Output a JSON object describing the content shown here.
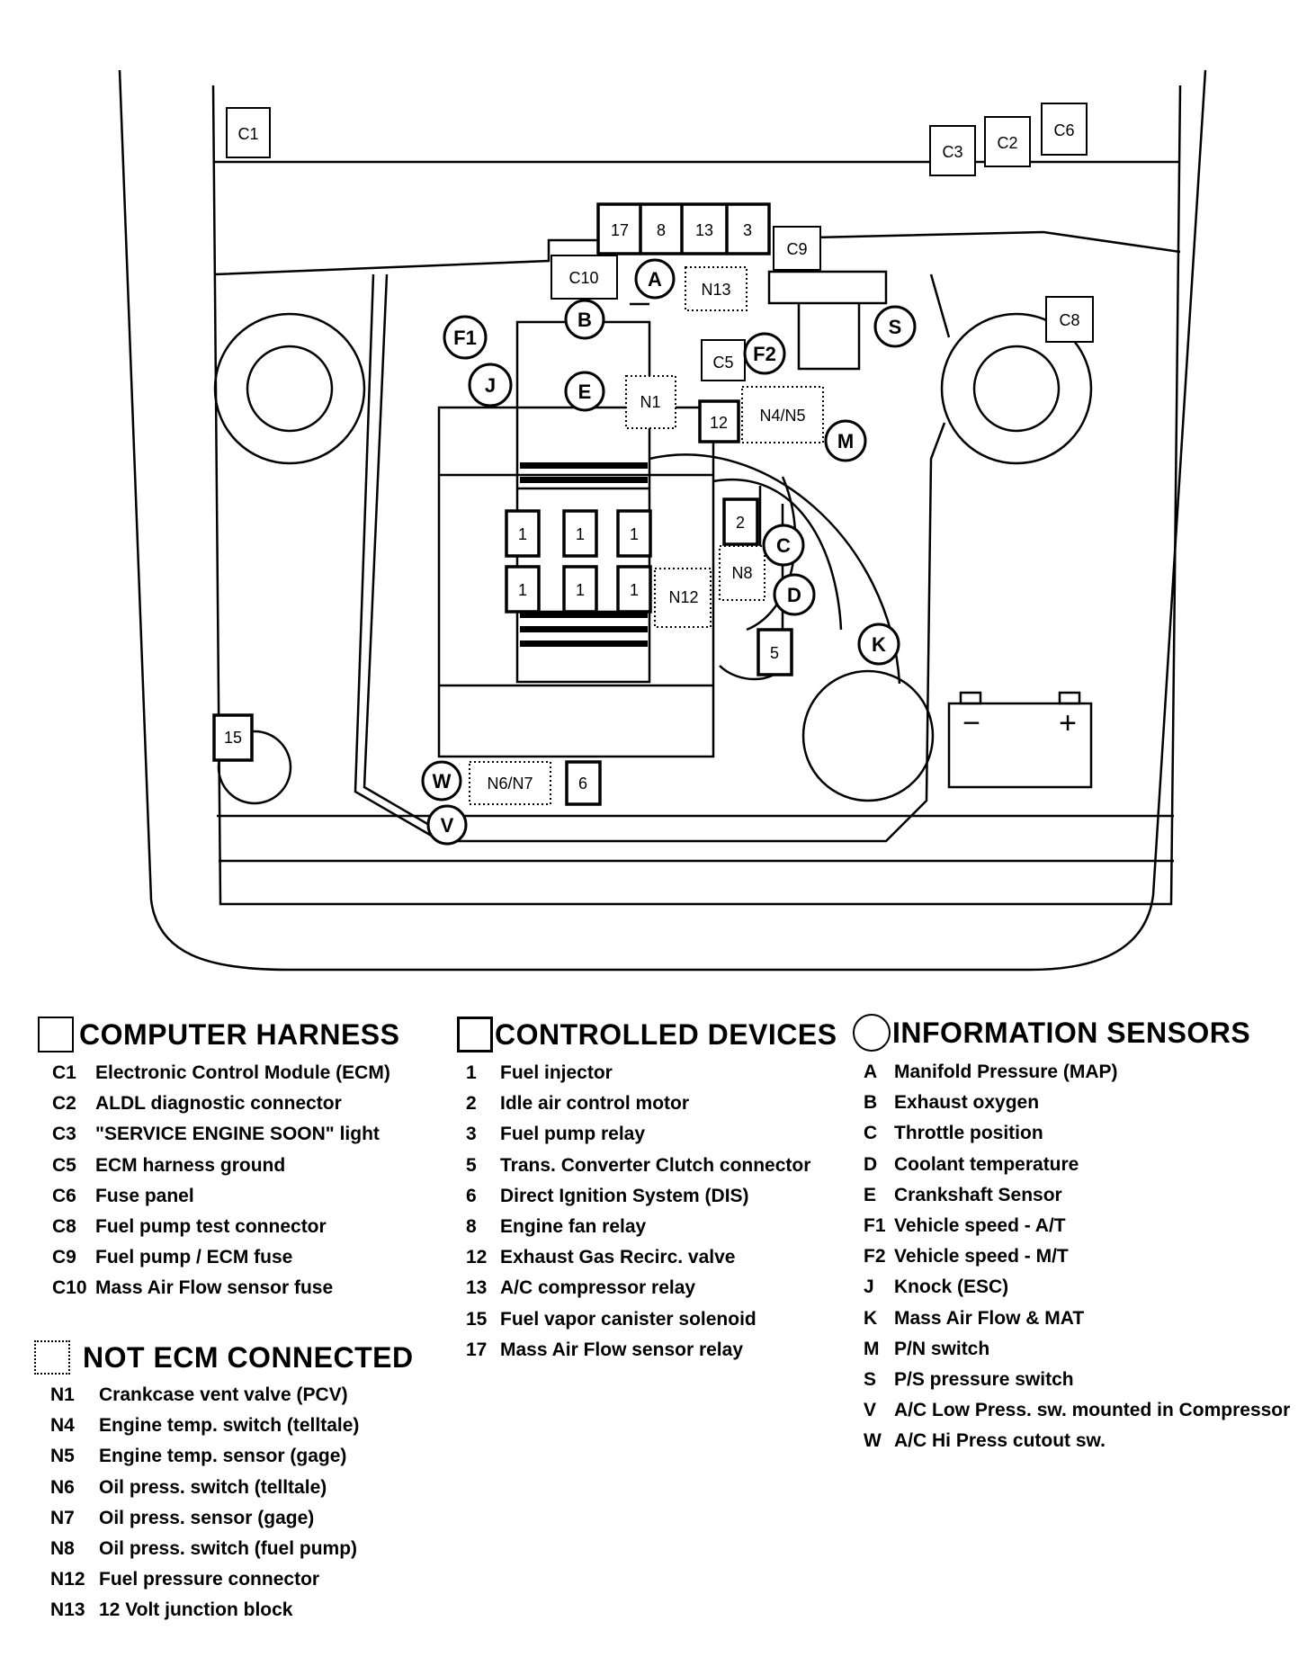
{
  "diagram": {
    "labels": {
      "C1": "C1",
      "C2": "C2",
      "C3": "C3",
      "C5": "C5",
      "C6": "C6",
      "C8": "C8",
      "C9": "C9",
      "C10": "C10",
      "d17": "17",
      "d8": "8",
      "d13": "13",
      "d3": "3",
      "d12": "12",
      "d2": "2",
      "d5": "5",
      "d6": "6",
      "d15": "15",
      "d1": "1",
      "N1": "N1",
      "N4N5": "N4/N5",
      "N8": "N8",
      "N12": "N12",
      "N13": "N13",
      "N6N7": "N6/N7",
      "A": "A",
      "B": "B",
      "C": "C",
      "D": "D",
      "E": "E",
      "F1": "F1",
      "F2": "F2",
      "J": "J",
      "K": "K",
      "M": "M",
      "S": "S",
      "V": "V",
      "W": "W",
      "battery_minus": "−",
      "battery_plus": "+"
    }
  },
  "legend": {
    "computer_harness": {
      "title": "COMPUTER HARNESS",
      "items": [
        {
          "code": "C1",
          "label": "Electronic Control Module (ECM)"
        },
        {
          "code": "C2",
          "label": "ALDL diagnostic connector"
        },
        {
          "code": "C3",
          "label": "\"SERVICE ENGINE SOON\" light"
        },
        {
          "code": "C5",
          "label": "ECM harness ground"
        },
        {
          "code": "C6",
          "label": "Fuse panel"
        },
        {
          "code": "C8",
          "label": "Fuel pump test connector"
        },
        {
          "code": "C9",
          "label": "Fuel pump / ECM fuse"
        },
        {
          "code": "C10",
          "label": "Mass Air Flow sensor fuse"
        }
      ]
    },
    "not_ecm_connected": {
      "title": "NOT ECM CONNECTED",
      "items": [
        {
          "code": "N1",
          "label": "Crankcase vent valve (PCV)"
        },
        {
          "code": "N4",
          "label": "Engine temp. switch (telltale)"
        },
        {
          "code": "N5",
          "label": "Engine temp. sensor (gage)"
        },
        {
          "code": "N6",
          "label": "Oil press. switch (telltale)"
        },
        {
          "code": "N7",
          "label": "Oil press. sensor (gage)"
        },
        {
          "code": "N8",
          "label": "Oil press. switch (fuel pump)"
        },
        {
          "code": "N12",
          "label": "Fuel pressure connector"
        },
        {
          "code": "N13",
          "label": "12 Volt junction block"
        }
      ]
    },
    "controlled_devices": {
      "title": "CONTROLLED DEVICES",
      "items": [
        {
          "code": "1",
          "label": "Fuel injector"
        },
        {
          "code": "2",
          "label": "Idle air control motor"
        },
        {
          "code": "3",
          "label": "Fuel pump relay"
        },
        {
          "code": "5",
          "label": "Trans. Converter Clutch connector"
        },
        {
          "code": "6",
          "label": "Direct Ignition System (DIS)"
        },
        {
          "code": "8",
          "label": "Engine fan relay"
        },
        {
          "code": "12",
          "label": "Exhaust Gas Recirc. valve"
        },
        {
          "code": "13",
          "label": "A/C compressor relay"
        },
        {
          "code": "15",
          "label": "Fuel vapor canister solenoid"
        },
        {
          "code": "17",
          "label": "Mass Air Flow sensor relay"
        }
      ]
    },
    "information_sensors": {
      "title": "INFORMATION SENSORS",
      "items": [
        {
          "code": "A",
          "label": "Manifold Pressure (MAP)"
        },
        {
          "code": "B",
          "label": "Exhaust oxygen"
        },
        {
          "code": "C",
          "label": "Throttle position"
        },
        {
          "code": "D",
          "label": "Coolant temperature"
        },
        {
          "code": "E",
          "label": "Crankshaft Sensor"
        },
        {
          "code": "F1",
          "label": "Vehicle speed - A/T"
        },
        {
          "code": "F2",
          "label": "Vehicle speed - M/T"
        },
        {
          "code": "J",
          "label": "Knock (ESC)"
        },
        {
          "code": "K",
          "label": "Mass Air Flow & MAT"
        },
        {
          "code": "M",
          "label": "P/N switch"
        },
        {
          "code": "S",
          "label": "P/S pressure switch"
        },
        {
          "code": "V",
          "label": "A/C Low Press. sw. mounted in Compressor"
        },
        {
          "code": "W",
          "label": "A/C Hi Press cutout sw."
        }
      ]
    }
  }
}
